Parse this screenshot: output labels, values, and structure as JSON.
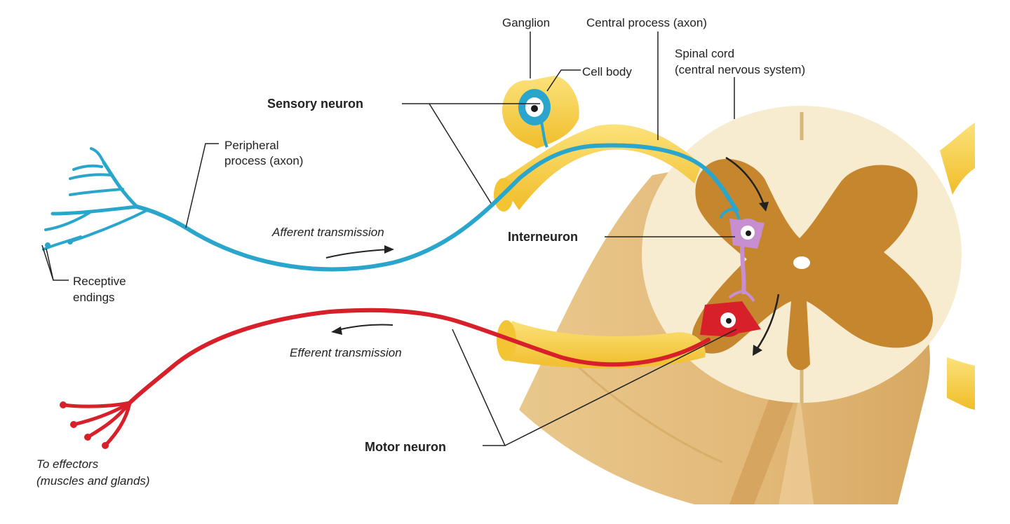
{
  "labels": {
    "ganglion": "Ganglion",
    "central_process": "Central process (axon)",
    "spinal_cord_line1": "Spinal cord",
    "spinal_cord_line2": "(central nervous system)",
    "cell_body": "Cell body",
    "sensory_neuron": "Sensory neuron",
    "peripheral_process_line1": "Peripheral",
    "peripheral_process_line2": "process (axon)",
    "afferent_transmission": "Afferent transmission",
    "interneuron": "Interneuron",
    "receptive_endings_line1": "Receptive",
    "receptive_endings_line2": "endings",
    "efferent_transmission": "Efferent transmission",
    "motor_neuron": "Motor neuron",
    "to_effectors_line1": "To effectors",
    "to_effectors_line2": "(muscles and glands)"
  },
  "colors": {
    "sensory": "#2aa6cc",
    "motor": "#d8202a",
    "interneuron": "#c78fd0",
    "nerve_root": "#f7cf3c",
    "white_matter": "#f8ecd0",
    "gray_matter": "#c5862e",
    "cord_body": "#e7c289"
  }
}
